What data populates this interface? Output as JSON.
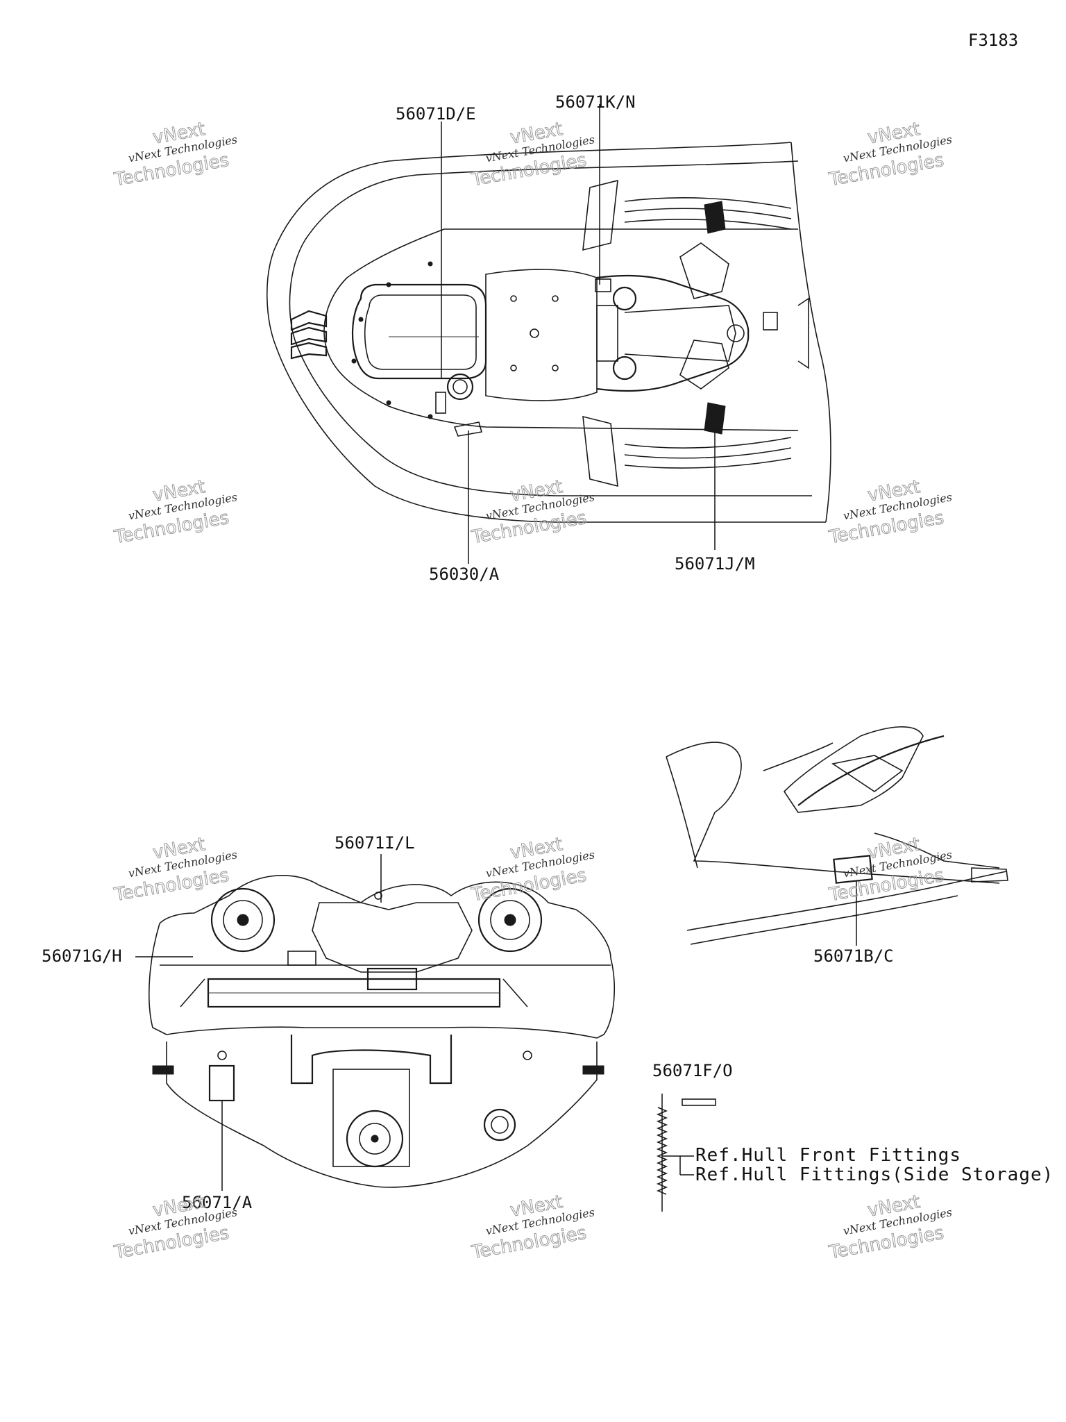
{
  "figure_code": "F3183",
  "watermark": {
    "line1": "vNext",
    "line2": "vNext Technologies",
    "line3": "Technologies"
  },
  "top_view": {
    "labels": {
      "p1": "56071D/E",
      "p2": "56071K/N",
      "p3": "56030/A",
      "p4": "56071J/M"
    }
  },
  "rear_view": {
    "labels": {
      "p1": "56071I/L",
      "p2": "56071G/H",
      "p3": "56071/A"
    }
  },
  "side_view": {
    "labels": {
      "p1": "56071B/C"
    }
  },
  "fittings": {
    "label": "56071F/O",
    "ref1": "Ref.Hull Front Fittings",
    "ref2": "Ref.Hull Fittings(Side Storage)"
  }
}
